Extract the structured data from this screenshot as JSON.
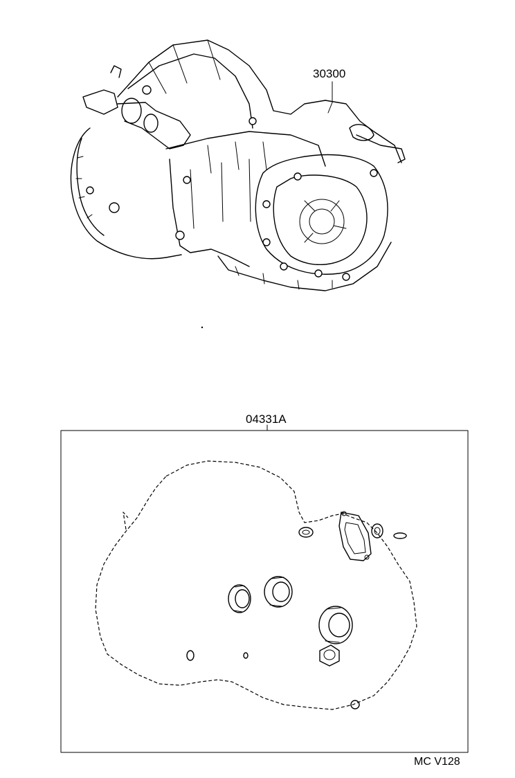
{
  "diagram": {
    "labels": {
      "transaxle_assy": "30300",
      "gasket_kit": "04331A",
      "drawing_code": "MC V128"
    }
  }
}
